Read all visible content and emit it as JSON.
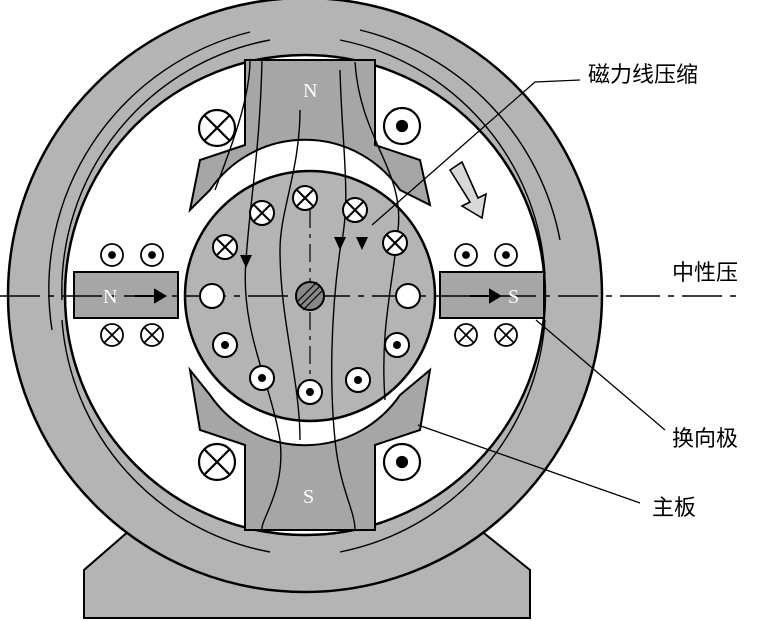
{
  "labels": {
    "flux_compression": "磁力线压缩",
    "neutral_line": "中性压",
    "commutating_pole": "换向极",
    "main_pole": "主板"
  },
  "poles": {
    "main_top": "N",
    "main_bottom": "S",
    "commutating_left": "N",
    "commutating_right": "S"
  },
  "colors": {
    "pole_gray": "#a6a6a6",
    "yoke_gray": "#b4b4b4",
    "stroke": "#000000"
  }
}
